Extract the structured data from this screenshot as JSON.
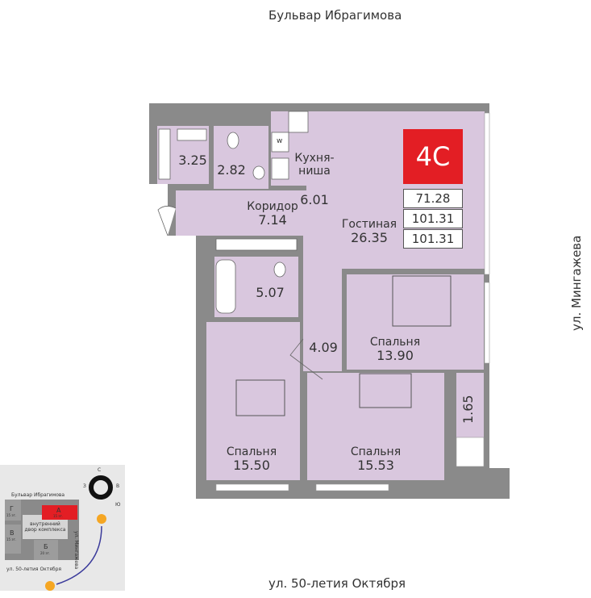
{
  "streets": {
    "top": "Бульвар Ибрагимова",
    "right": "ул. Мингажева",
    "bottom": "ул. 50-летия Октября"
  },
  "apartment": {
    "badge": "4С",
    "area_living": "71.28",
    "area_total": "101.31",
    "area_total2": "101.31"
  },
  "rooms": {
    "wardrobe": {
      "area": "3.25"
    },
    "wc": {
      "area": "2.82"
    },
    "kitchen": {
      "name": "Кухня-\nниша",
      "area": "6.01"
    },
    "corridor": {
      "name": "Коридор",
      "area": "7.14"
    },
    "living": {
      "name": "Гостиная",
      "area": "26.35"
    },
    "bath": {
      "area": "5.07"
    },
    "hall": {
      "area": "4.09"
    },
    "bedroom1": {
      "name": "Спальня",
      "area": "13.90"
    },
    "balcony": {
      "area": "1.65"
    },
    "bedroom2": {
      "name": "Спальня",
      "area": "15.50"
    },
    "bedroom3": {
      "name": "Спальня",
      "area": "15.53"
    }
  },
  "kitchen_mark": "w",
  "minimap": {
    "street_top": "Бульвар Ибрагимова",
    "street_bottom": "ул. 50-летия Октября",
    "street_right": "ул. Мингажева",
    "yard": "внутренний двор комплекса",
    "sec_g": "Г",
    "sec_g_floors": "15 эт.",
    "sec_a": "А",
    "sec_a_floors": "15 эт.",
    "sec_v": "В",
    "sec_v_floors": "15 эт.",
    "sec_b": "Б",
    "sec_b_floors": "20 эт.",
    "compass_n": "С",
    "compass_e": "В",
    "compass_s": "Ю",
    "compass_w": "З"
  },
  "colors": {
    "wall": "#8a8a8a",
    "room": "#d9c7de",
    "badge": "#e31e24"
  }
}
